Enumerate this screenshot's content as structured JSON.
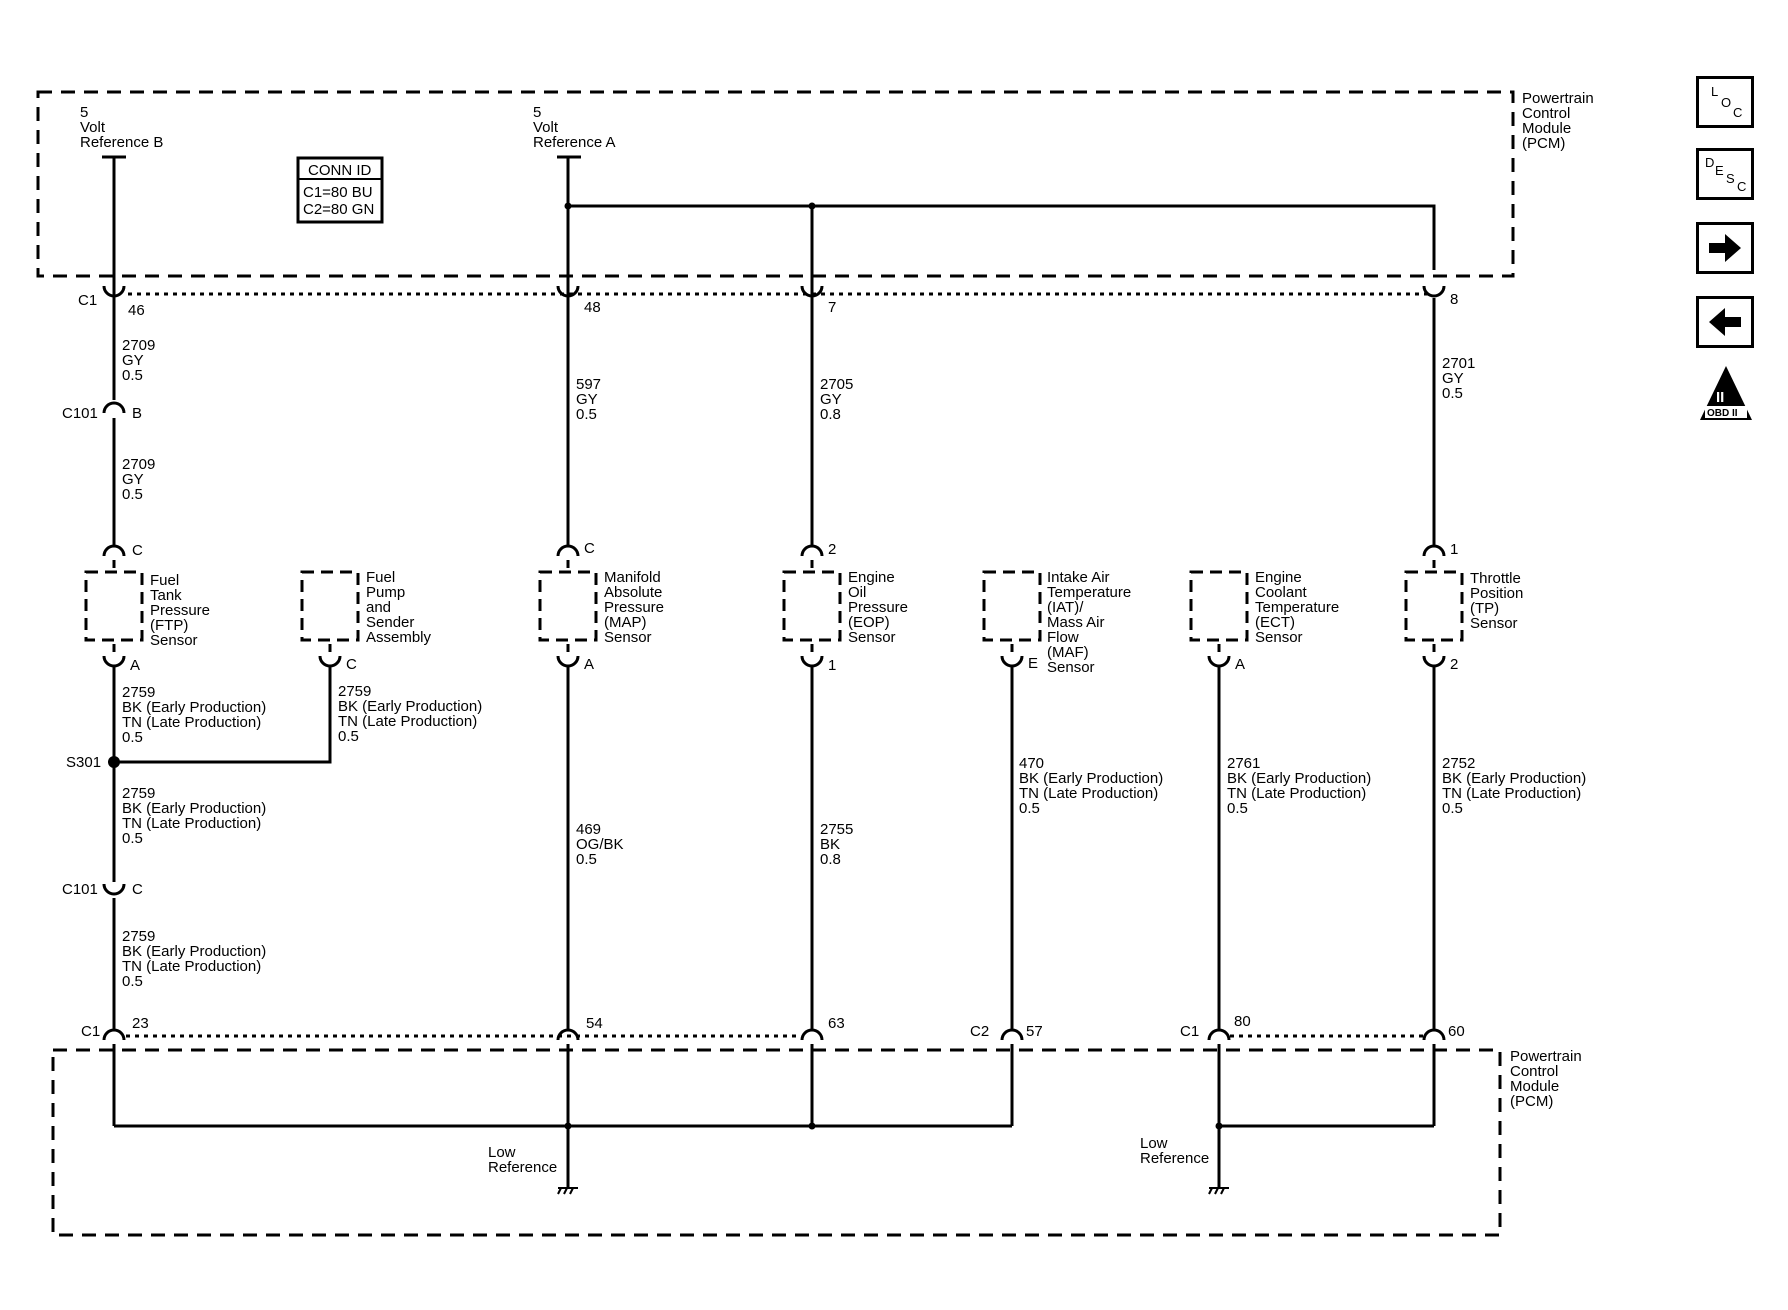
{
  "conn_id": {
    "title": "CONN ID",
    "line1": "C1=80 BU",
    "line2": "C2=80 GN"
  },
  "top_module": [
    "Powertrain",
    "Control",
    "Module",
    "(PCM)"
  ],
  "bottom_module": [
    "Powertrain",
    "Control",
    "Module",
    "(PCM)"
  ],
  "ref_b": [
    "5",
    "Volt",
    "Reference B"
  ],
  "ref_a": [
    "5",
    "Volt",
    "Reference A"
  ],
  "low_ref_1": [
    "Low",
    "Reference"
  ],
  "low_ref_2": [
    "Low",
    "Reference"
  ],
  "connectors": {
    "c1": "C1",
    "c2": "C2",
    "c101": "C101",
    "s301": "S301"
  },
  "pins": {
    "p46": "46",
    "p48": "48",
    "p7": "7",
    "p8": "8",
    "pB": "B",
    "pC101C": "C",
    "ftp_top": "C",
    "map_top": "C",
    "eop_top": "2",
    "tp_top": "1",
    "ftp_bot": "A",
    "fuel_bot": "C",
    "map_bot": "A",
    "eop_bot": "1",
    "iat_bot": "E",
    "ect_bot": "A",
    "tp_bot": "2",
    "p23": "23",
    "p54": "54",
    "p63": "63",
    "p57": "57",
    "p80": "80",
    "p60": "60"
  },
  "sensors": {
    "ftp": [
      "Fuel",
      "Tank",
      "Pressure",
      "(FTP)",
      "Sensor"
    ],
    "fuel": [
      "Fuel",
      "Pump",
      "and",
      "Sender",
      "Assembly"
    ],
    "map": [
      "Manifold",
      "Absolute",
      "Pressure",
      "(MAP)",
      "Sensor"
    ],
    "eop": [
      "Engine",
      "Oil",
      "Pressure",
      "(EOP)",
      "Sensor"
    ],
    "iat": [
      "Intake Air",
      "Temperature",
      "(IAT)/",
      "Mass Air",
      "Flow",
      "(MAF)",
      "Sensor"
    ],
    "ect": [
      "Engine",
      "Coolant",
      "Temperature",
      "(ECT)",
      "Sensor"
    ],
    "tp": [
      "Throttle",
      "Position",
      "(TP)",
      "Sensor"
    ]
  },
  "wires": {
    "w2709a": [
      "2709",
      "GY",
      "0.5"
    ],
    "w2709b": [
      "2709",
      "GY",
      "0.5"
    ],
    "w597": [
      "597",
      "GY",
      "0.5"
    ],
    "w2705": [
      "2705",
      "GY",
      "0.8"
    ],
    "w2701": [
      "2701",
      "GY",
      "0.5"
    ],
    "w2759a": [
      "2759",
      "BK (Early Production)",
      "TN (Late Production)",
      "0.5"
    ],
    "w2759f": [
      "2759",
      "BK (Early Production)",
      "TN (Late Production)",
      "0.5"
    ],
    "w2759b": [
      "2759",
      "BK (Early Production)",
      "TN (Late Production)",
      "0.5"
    ],
    "w2759c": [
      "2759",
      "BK (Early Production)",
      "TN (Late Production)",
      "0.5"
    ],
    "w469": [
      "469",
      "OG/BK",
      "0.5"
    ],
    "w2755": [
      "2755",
      "BK",
      "0.8"
    ],
    "w470": [
      "470",
      "BK (Early Production)",
      "TN (Late Production)",
      "0.5"
    ],
    "w2761": [
      "2761",
      "BK (Early Production)",
      "TN (Late Production)",
      "0.5"
    ],
    "w2752": [
      "2752",
      "BK (Early Production)",
      "TN (Late Production)",
      "0.5"
    ]
  },
  "nav": {
    "loc": [
      "L",
      "O",
      "C"
    ],
    "desc": [
      "D",
      "E",
      "S",
      "C"
    ],
    "next_icon": "arrow-right-icon",
    "prev_icon": "arrow-left-icon",
    "obd_roman": "II",
    "obd_label": "OBD II"
  }
}
